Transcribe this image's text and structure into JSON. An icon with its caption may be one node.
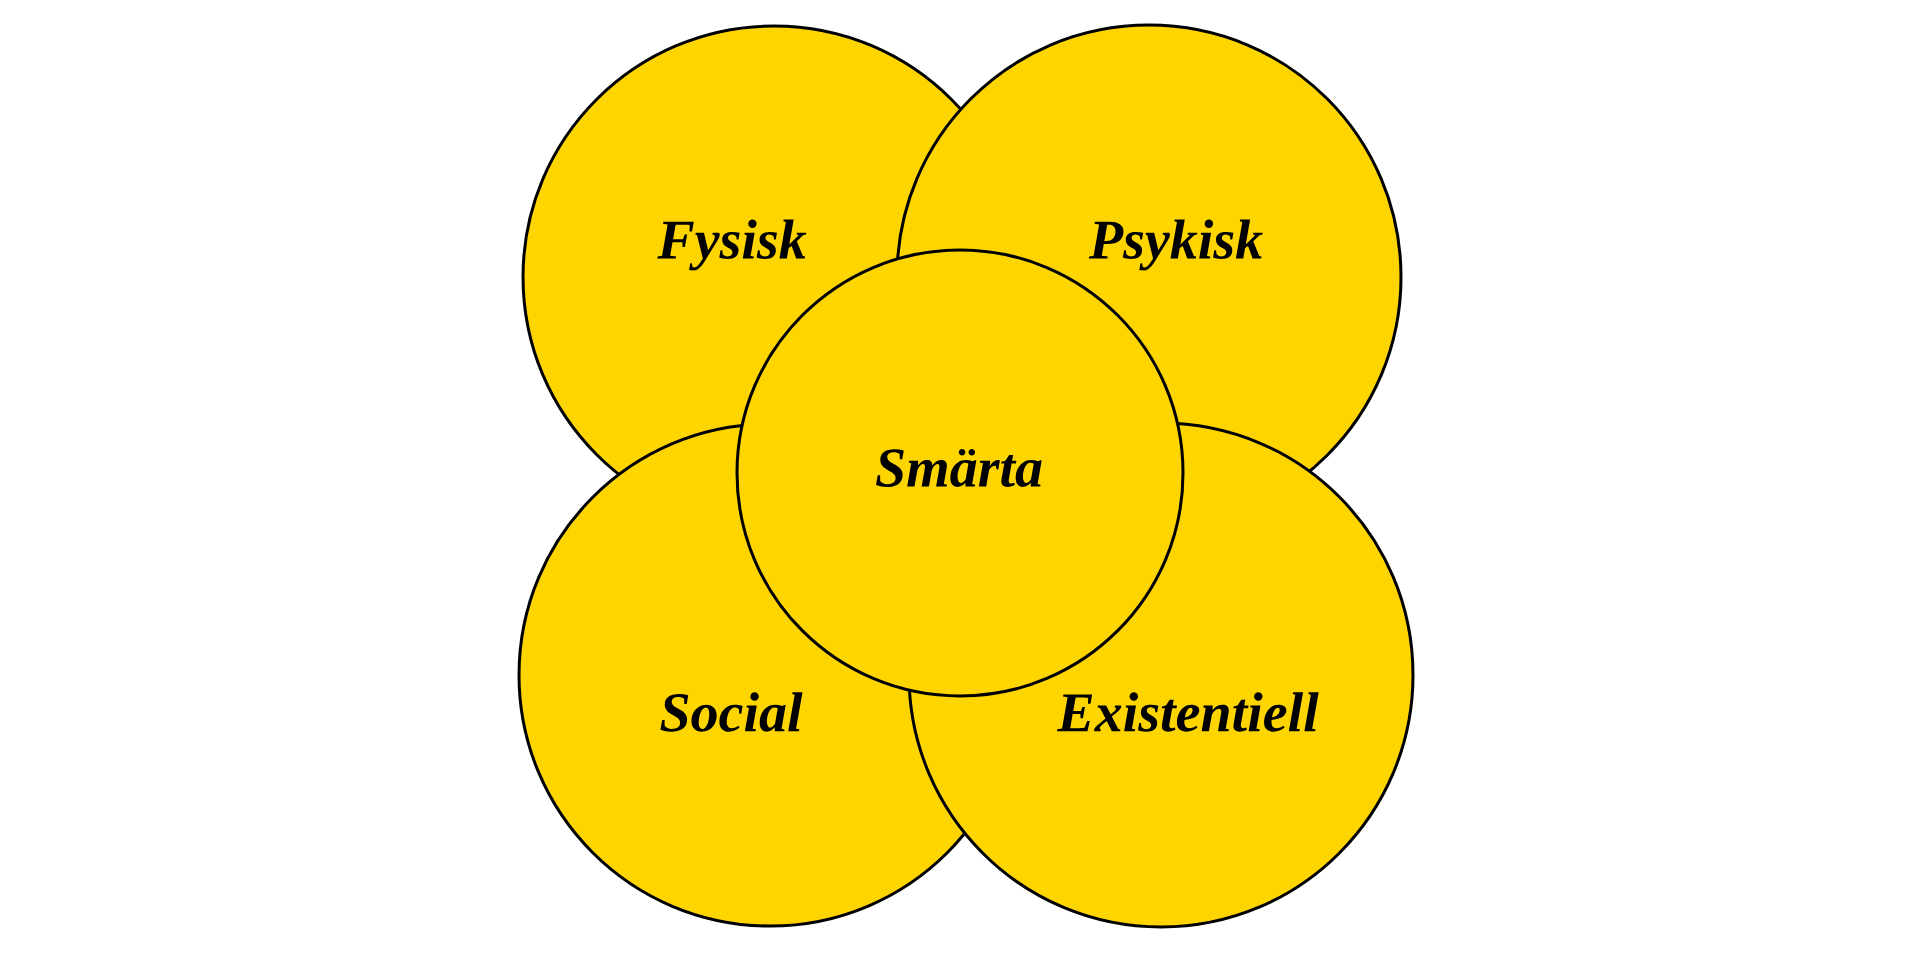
{
  "diagram": {
    "nodes": [
      {
        "text": [
          "Fysisk"
        ]
      },
      {
        "text": [
          "Psykisk"
        ]
      },
      {
        "text": [
          "Social"
        ]
      },
      {
        "text": [
          "Existentiell"
        ]
      },
      {
        "text": [
          "Smärta"
        ]
      }
    ]
  }
}
